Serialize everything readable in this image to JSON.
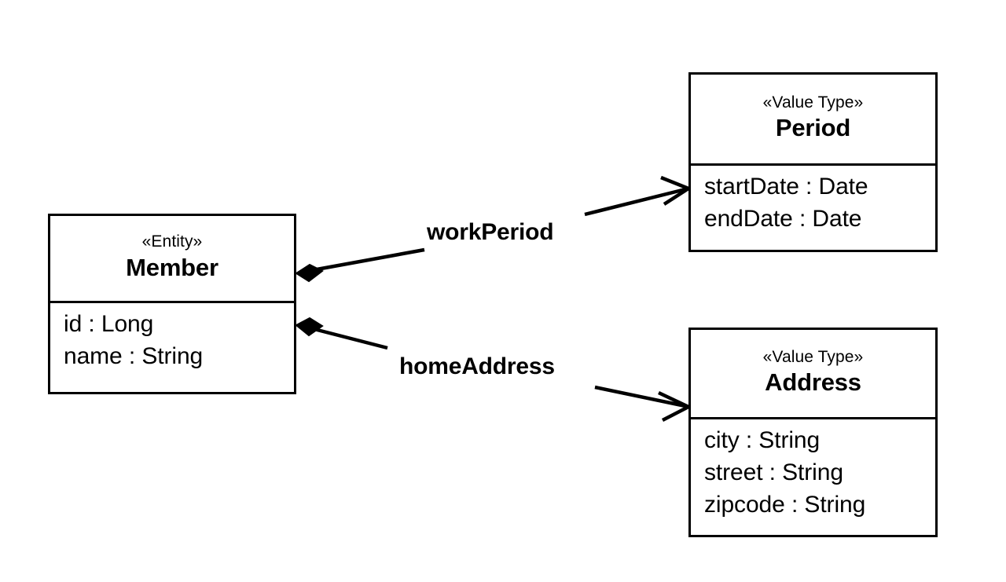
{
  "diagram": {
    "type": "uml-class-diagram",
    "background": "#ffffff",
    "line_color": "#000000"
  },
  "classes": [
    {
      "id": "member",
      "stereotype": "«Entity»",
      "name": "Member",
      "attributes": [
        "id : Long",
        "name : String"
      ]
    },
    {
      "id": "period",
      "stereotype": "«Value Type»",
      "name": "Period",
      "attributes": [
        "startDate : Date",
        "endDate : Date"
      ]
    },
    {
      "id": "address",
      "stereotype": "«Value Type»",
      "name": "Address",
      "attributes": [
        "city : String",
        "street : String",
        "zipcode : String"
      ]
    }
  ],
  "associations": [
    {
      "id": "work-period",
      "label": "workPeriod",
      "from": "member",
      "to": "period",
      "source_decoration": "filled-diamond",
      "target_decoration": "open-arrow"
    },
    {
      "id": "home-address",
      "label": "homeAddress",
      "from": "member",
      "to": "address",
      "source_decoration": "filled-diamond",
      "target_decoration": "open-arrow"
    }
  ]
}
